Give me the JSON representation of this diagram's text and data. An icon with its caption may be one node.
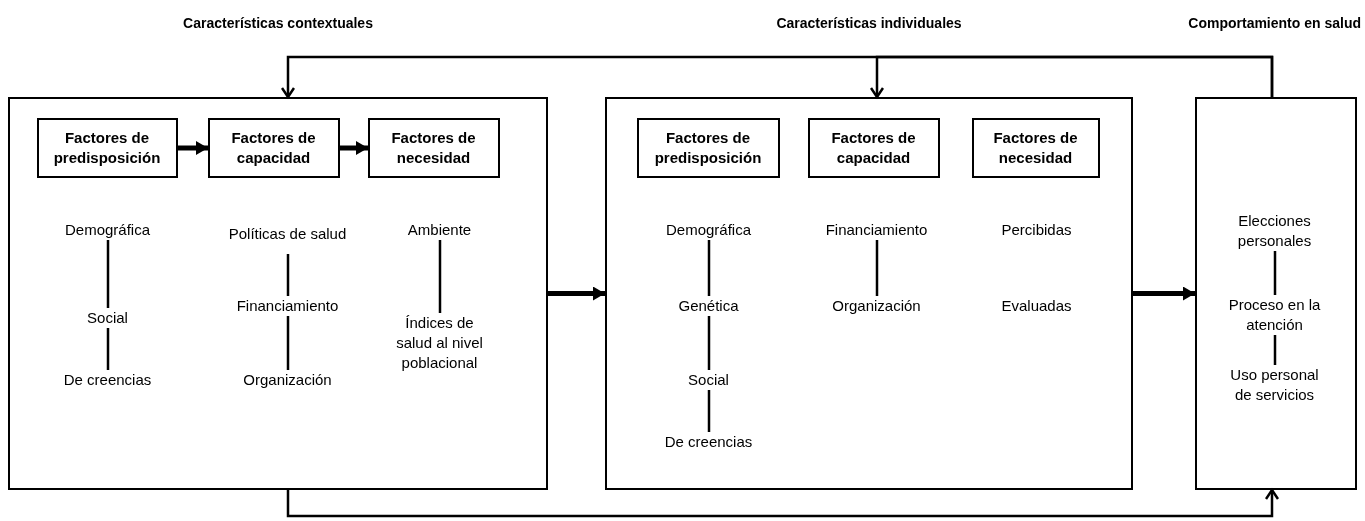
{
  "diagram": {
    "nodes": [
      {
        "text": [
          "Características contextuales"
        ]
      },
      {
        "text": [
          "Factores de predisposición"
        ],
        "in": 0
      },
      {
        "text": [
          "Factores de capacidad"
        ],
        "in": 0
      },
      {
        "text": [
          "Factores de necesidad"
        ],
        "in": 0
      },
      {
        "text": [
          "Demográfica"
        ],
        "in": 0
      },
      {
        "text": [
          "Social"
        ],
        "in": 0
      },
      {
        "text": [
          "De creencias"
        ],
        "in": 0
      },
      {
        "text": [
          "Políticas de salud"
        ],
        "in": 0
      },
      {
        "text": [
          "Financiamiento"
        ],
        "in": 0
      },
      {
        "text": [
          "Organización"
        ],
        "in": 0
      },
      {
        "text": [
          "Ambiente"
        ],
        "in": 0
      },
      {
        "text": [
          "Índices de salud al nivel poblacional"
        ],
        "in": 0
      },
      {
        "text": [
          "Características individuales"
        ]
      },
      {
        "text": [
          "Factores de predisposición"
        ],
        "in": 12
      },
      {
        "text": [
          "Factores de capacidad"
        ],
        "in": 12
      },
      {
        "text": [
          "Factores de necesidad"
        ],
        "in": 12
      },
      {
        "text": [
          "Demográfica"
        ],
        "in": 12
      },
      {
        "text": [
          "Genética"
        ],
        "in": 12
      },
      {
        "text": [
          "Social"
        ],
        "in": 12
      },
      {
        "text": [
          "De creencias"
        ],
        "in": 12
      },
      {
        "text": [
          "Financiamiento"
        ],
        "in": 12
      },
      {
        "text": [
          "Organización"
        ],
        "in": 12
      },
      {
        "text": [
          "Percibidas"
        ],
        "in": 12
      },
      {
        "text": [
          "Evaluadas"
        ],
        "in": 12
      },
      {
        "text": [
          "Comportamiento en salud"
        ]
      },
      {
        "text": [
          "Elecciones personales"
        ],
        "in": 24
      },
      {
        "text": [
          "Proceso en la atención"
        ],
        "in": 24
      },
      {
        "text": [
          "Uso personal de servicios"
        ],
        "in": 24
      }
    ],
    "edges": [
      {
        "from": 1,
        "to": 2,
        "arrow": "to",
        "style": "thick"
      },
      {
        "from": 2,
        "to": 3,
        "arrow": "to",
        "style": "thick"
      },
      {
        "from": 4,
        "to": 5,
        "arrow": "none"
      },
      {
        "from": 5,
        "to": 6,
        "arrow": "none"
      },
      {
        "from": 7,
        "to": 8,
        "arrow": "none"
      },
      {
        "from": 8,
        "to": 9,
        "arrow": "none"
      },
      {
        "from": 10,
        "to": 11,
        "arrow": "none"
      },
      {
        "from": 0,
        "to": 12,
        "arrow": "to",
        "style": "thick"
      },
      {
        "from": 16,
        "to": 17,
        "arrow": "none"
      },
      {
        "from": 17,
        "to": 18,
        "arrow": "none"
      },
      {
        "from": 18,
        "to": 19,
        "arrow": "none"
      },
      {
        "from": 20,
        "to": 21,
        "arrow": "none"
      },
      {
        "from": 12,
        "to": 24,
        "arrow": "to",
        "style": "thick"
      },
      {
        "from": 25,
        "to": 26,
        "arrow": "none"
      },
      {
        "from": 26,
        "to": 27,
        "arrow": "none"
      },
      {
        "from": 24,
        "to": 0,
        "arrow": "to"
      },
      {
        "from": 24,
        "to": 12,
        "arrow": "to"
      },
      {
        "from": 0,
        "to": 24,
        "arrow": "to"
      }
    ]
  }
}
